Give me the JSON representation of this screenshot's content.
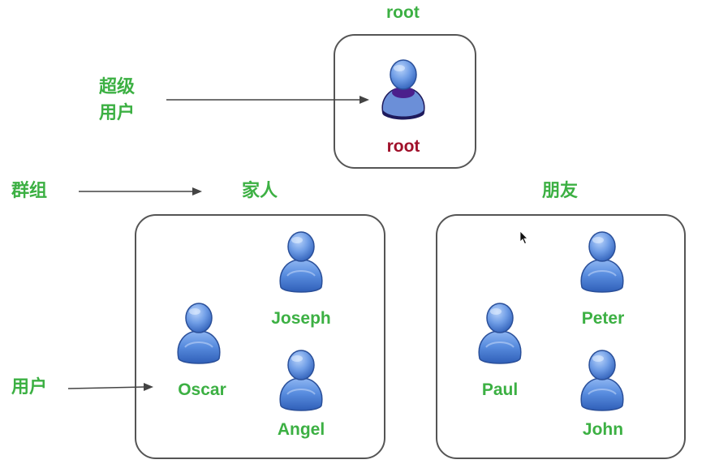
{
  "root_top_label": "root",
  "superuser_label_line1": "超级",
  "superuser_label_line2": "用户",
  "group_label": "群组",
  "user_label": "用户",
  "root_box": {
    "user_name": "root"
  },
  "groups": [
    {
      "title": "家人",
      "members": [
        "Joseph",
        "Oscar",
        "Angel"
      ]
    },
    {
      "title": "朋友",
      "members": [
        "Peter",
        "Paul",
        "John"
      ]
    }
  ],
  "colors": {
    "label_green": "#3cb043",
    "root_red": "#a0102a",
    "user_blue": "#4a7fd6",
    "root_purple": "#4b1f8c",
    "border_gray": "#555555"
  },
  "icons": [
    "user-icon",
    "superuser-icon",
    "arrow-right-icon",
    "mouse-cursor-icon"
  ]
}
